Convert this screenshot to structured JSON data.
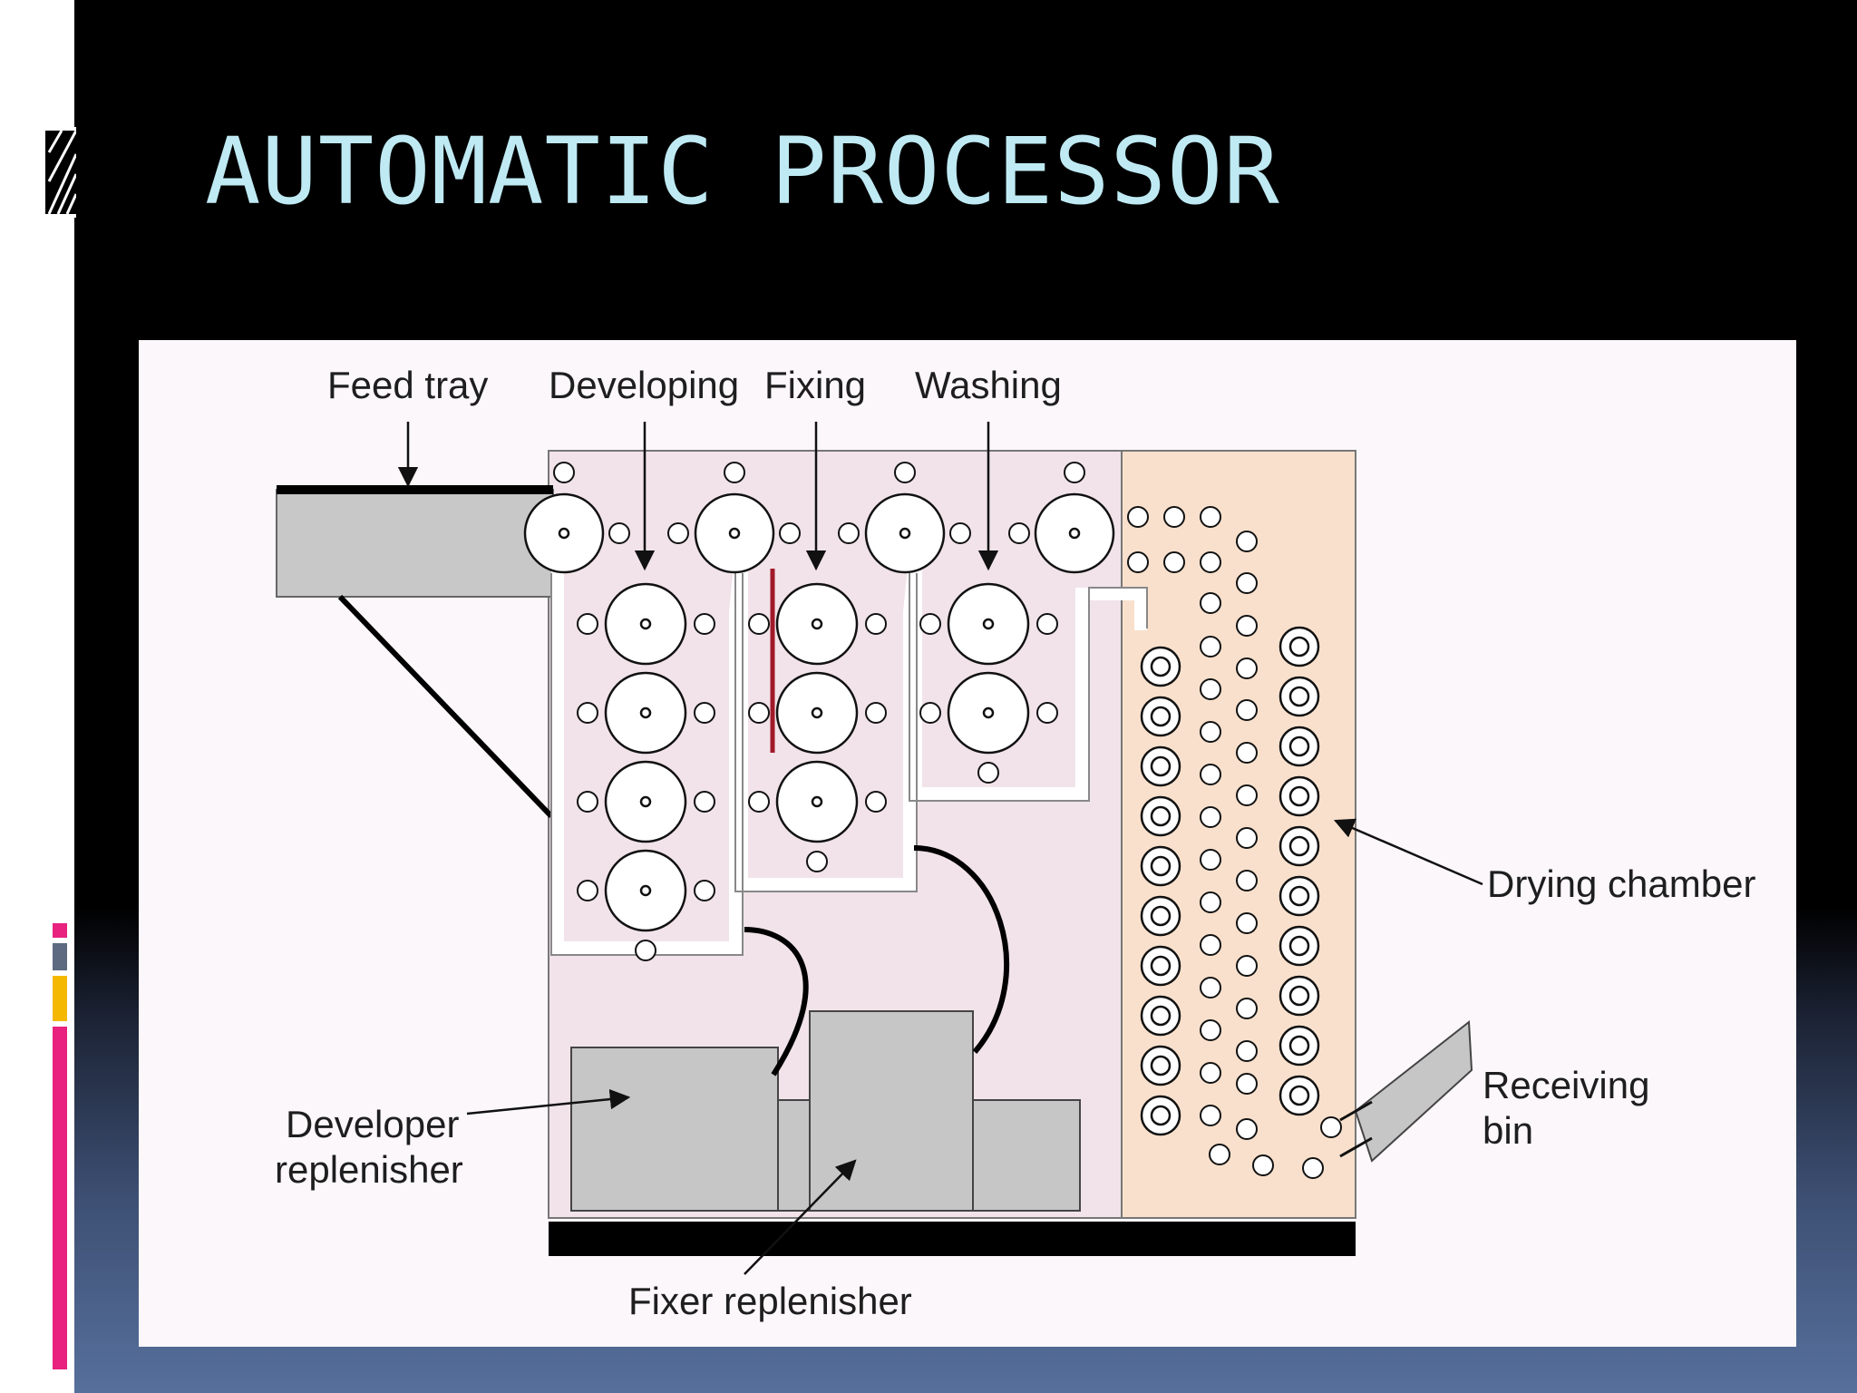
{
  "slide": {
    "title": "AUTOMATIC PROCESSOR",
    "colors": {
      "title": "#bfeaf3",
      "background": "#000000",
      "accent_pink": "#e8227e",
      "accent_yellow": "#f5b800",
      "accent_gray": "#5d6a80"
    }
  },
  "diagram": {
    "labels": {
      "feed_tray": "Feed tray",
      "developing": "Developing",
      "fixing": "Fixing",
      "washing": "Washing",
      "drying_chamber": "Drying chamber",
      "receiving_bin_line1": "Receiving",
      "receiving_bin_line2": "bin",
      "developer_replenisher_line1": "Developer",
      "developer_replenisher_line2": "replenisher",
      "fixer_replenisher": "Fixer replenisher"
    },
    "colors": {
      "processing_area": "#f1e3e9",
      "drying_area": "#f8e0cc",
      "replenisher_tank": "#c6c6c6",
      "outline": "#111111"
    }
  }
}
